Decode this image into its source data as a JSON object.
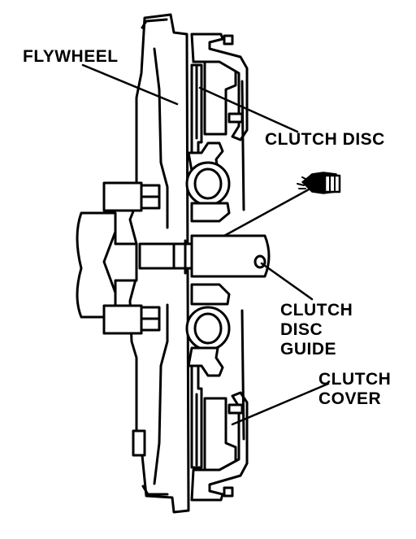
{
  "labels": {
    "flywheel": "FLYWHEEL",
    "clutch_disc": "CLUTCH DISC",
    "clutch_disc_guide": [
      "CLUTCH",
      "DISC",
      "GUIDE"
    ],
    "clutch_cover": [
      "CLUTCH",
      "COVER"
    ]
  },
  "icons": {
    "grease": "grease-brush-icon"
  },
  "colors": {
    "ink": "#000000",
    "paper": "#ffffff",
    "shade": "#d8d8d8"
  }
}
